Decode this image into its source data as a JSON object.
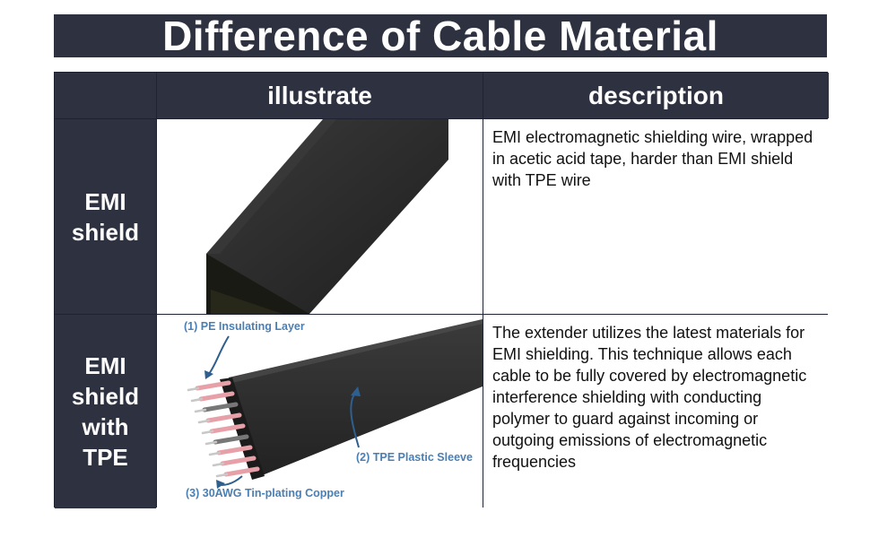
{
  "title": "Difference of Cable Material",
  "table": {
    "headers": [
      "",
      "illustrate",
      "description"
    ],
    "rows": [
      {
        "label": "EMI shield",
        "description": "EMI electromagnetic shielding wire, wrapped in acetic acid tape, harder than EMI shield with TPE wire"
      },
      {
        "label": "EMI shield with TPE",
        "description": "The extender utilizes the latest materials for EMI shielding. This technique allows each cable to be fully covered by electromagnetic interference shielding with conducting polymer to guard against incoming or outgoing emissions of electromagnetic frequencies"
      }
    ]
  },
  "diagram_labels": {
    "layer1": "(1) PE Insulating Layer",
    "layer2": "(2) TPE Plastic Sleeve",
    "layer3": "(3) 30AWG Tin-plating Copper"
  },
  "colors": {
    "header_bg": "#2e3140",
    "label_blue": "#4a7fb3",
    "cable_dark": "#2a2a2a",
    "wire_pink": "#e8a0a8"
  }
}
